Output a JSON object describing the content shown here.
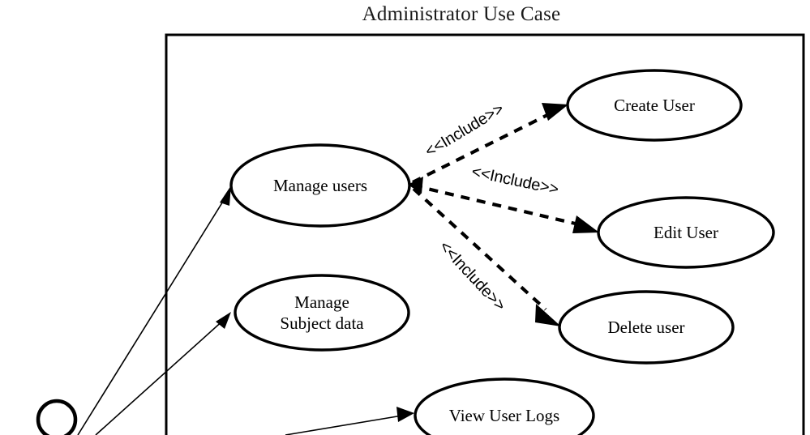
{
  "diagram": {
    "title": "Administrator Use Case",
    "type": "uml-use-case-diagram",
    "background_color": "#ffffff",
    "stroke_color": "#000000"
  },
  "actor": {
    "name": "administrator-actor",
    "label": "",
    "shape": "stick-figure-head-circle"
  },
  "system_boundary": {
    "name": "system-boundary-box",
    "label": ""
  },
  "use_cases": [
    {
      "id": "manage-users",
      "label": "Manage users",
      "label_line2": ""
    },
    {
      "id": "create-user",
      "label": "Create User",
      "label_line2": ""
    },
    {
      "id": "edit-user",
      "label": "Edit User",
      "label_line2": ""
    },
    {
      "id": "delete-user",
      "label": "Delete user",
      "label_line2": ""
    },
    {
      "id": "manage-subject-data",
      "label": "Manage",
      "label_line2": "Subject data"
    },
    {
      "id": "view-user-logs",
      "label": "View User Logs",
      "label_line2": ""
    }
  ],
  "relationships": {
    "include_label": "<<Include>>",
    "includes": [
      {
        "from": "manage-users",
        "to": "create-user",
        "label": "<<Include>>"
      },
      {
        "from": "manage-users",
        "to": "edit-user",
        "label": "<<Include>>"
      },
      {
        "from": "manage-users",
        "to": "delete-user",
        "label": "<<Include>>"
      }
    ],
    "associations": [
      {
        "from": "administrator-actor",
        "to": "manage-users"
      },
      {
        "from": "administrator-actor",
        "to": "manage-subject-data"
      },
      {
        "from": "administrator-actor",
        "to": "view-user-logs"
      }
    ]
  }
}
